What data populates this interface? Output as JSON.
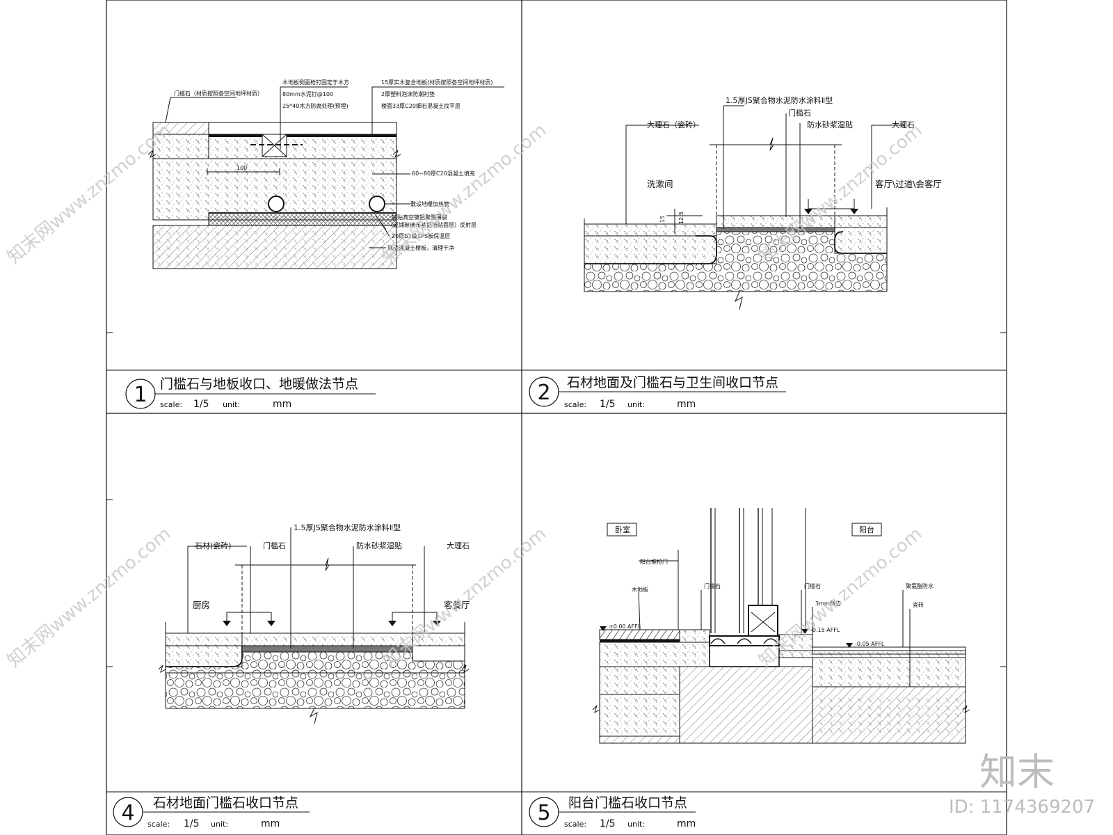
{
  "panels": [
    {
      "number": "1",
      "title": "门槛石与地板收口、地暖做法节点",
      "scale_label": "scale:",
      "scale_value": "1/5",
      "unit_label": "unit:",
      "unit_value": "mm",
      "labels": {
        "door_sill": "门槛石（材质按照各空间地坪材质）",
        "wood_nail": "木地板侧面枪钉固定于木方",
        "cement_nail": "80mm水泥钉@100",
        "batten": "25*40木方防腐处理(预埋)",
        "oak_floor": "15厚实木复合地板(材质按照各空间地坪材质)",
        "foam": "2厚塑料泡沫防潮衬垫",
        "leveling": "楼面33厚C20细石混凝土找平层",
        "dim_100": "100",
        "fill": "60~80厚C20混凝土填充",
        "pipe": "敷设地暖加热管",
        "reflect_1": "铺贴真空镀铝聚酯薄膜",
        "reflect_2": "（或铺玻璃布基铝箔贴面层）反射层",
        "xps": "20厚B1级XPS板保温层",
        "slab": "现浇混凝土楼板，清理干净"
      }
    },
    {
      "number": "2",
      "title": "石材地面及门槛石与卫生间收口节点",
      "scale_label": "scale:",
      "scale_value": "1/5",
      "unit_label": "unit:",
      "unit_value": "mm",
      "labels": {
        "js": "1.5厚JS聚合物水泥防水涂料Ⅱ型",
        "sill": "门槛石",
        "marble_tile": "大理石（瓷砖）",
        "mortar": "防水砂浆湿贴",
        "marble": "大理石",
        "bathroom": "洗漱间",
        "living": "客厅\\过道\\会客厅",
        "dim_15": "15",
        "dim_12_5": "12.5"
      }
    },
    {
      "number": "4",
      "title": "石材地面门槛石收口节点",
      "scale_label": "scale:",
      "scale_value": "1/5",
      "unit_label": "unit:",
      "unit_value": "mm",
      "labels": {
        "js": "1.5厚JS聚合物水泥防水涂料Ⅱ型",
        "stone_tile": "石材(瓷砖)",
        "sill": "门槛石",
        "mortar": "防水砂浆湿贴",
        "marble": "大理石",
        "kitchen": "厨房",
        "dining": "客餐厅"
      }
    },
    {
      "number": "5",
      "title": "阳台门槛石收口节点",
      "scale_label": "scale:",
      "scale_value": "1/5",
      "unit_label": "unit:",
      "unit_value": "mm",
      "labels": {
        "bedroom": "卧室",
        "balcony": "阳台",
        "door": "阳台推拉门",
        "wood_floor": "木地板",
        "sill_left": "门槛石",
        "sill_right": "门槛石",
        "bevel": "3mm倒边",
        "pu_water": "聚氨酯防水",
        "tile": "瓷砖",
        "lvl_left": "±0.00 AFFL",
        "lvl_mid": "-0.15 AFFL",
        "lvl_right": "-0.05 AFFL"
      }
    }
  ],
  "watermark": {
    "site": "知末网www.znzmo.com",
    "brand": "知末",
    "id": "ID: 1174369207"
  }
}
